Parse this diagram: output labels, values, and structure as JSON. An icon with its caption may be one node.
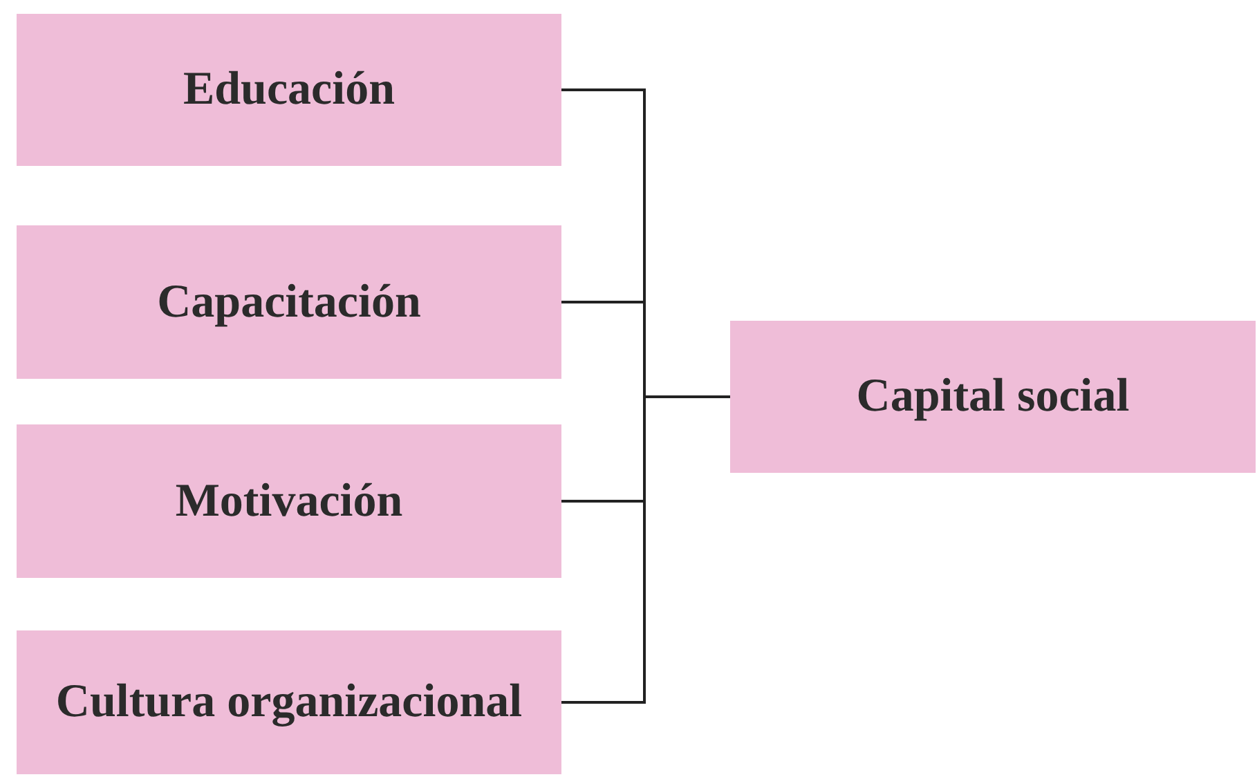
{
  "diagram": {
    "nodes": [
      {
        "text": [
          "Educación"
        ]
      },
      {
        "text": [
          "Capacitación"
        ]
      },
      {
        "text": [
          "Motivación"
        ]
      },
      {
        "text": [
          "Cultura organizacional"
        ]
      },
      {
        "text": [
          "Capital social"
        ]
      }
    ],
    "edges": [
      {
        "from": 0,
        "to": 4,
        "arrow": "none"
      },
      {
        "from": 1,
        "to": 4,
        "arrow": "none"
      },
      {
        "from": 2,
        "to": 4,
        "arrow": "none"
      },
      {
        "from": 3,
        "to": 4,
        "arrow": "none"
      }
    ]
  }
}
